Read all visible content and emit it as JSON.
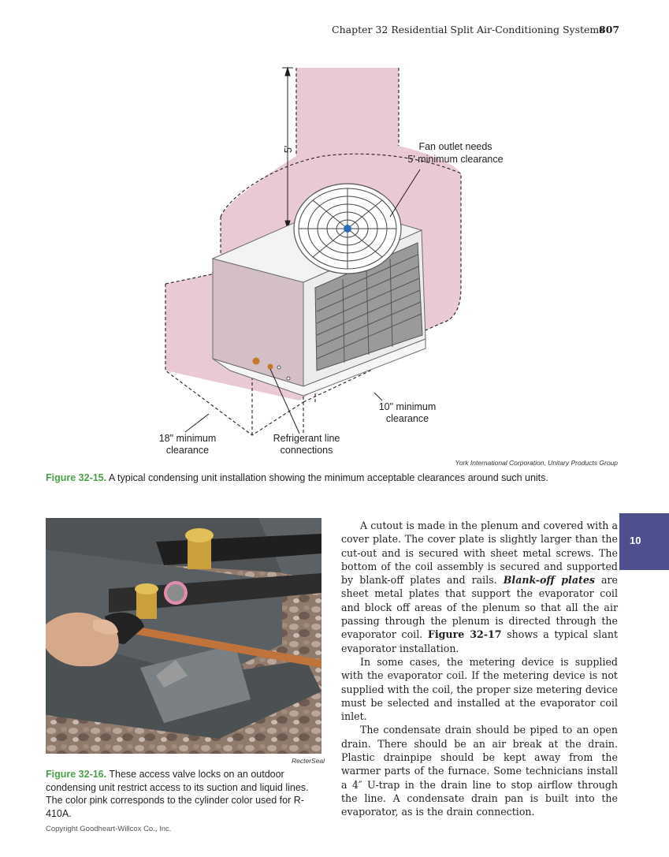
{
  "header": {
    "chapter": "Chapter 32    Residential Split Air-Conditioning Systems",
    "page_number": "807"
  },
  "figure_15": {
    "dimension_label": "5'",
    "label_fan_line1": "Fan outlet needs",
    "label_fan_line2": "5' minimum clearance",
    "label_10_line1": "10\" minimum",
    "label_10_line2": "clearance",
    "label_18_line1": "18\" minimum",
    "label_18_line2": "clearance",
    "label_ref_line1": "Refrigerant line",
    "label_ref_line2": "connections",
    "credit": "York International Corporation, Unitary Products Group",
    "caption_label": "Figure 32-15.",
    "caption_text": "A typical condensing unit installation showing the minimum acceptable clearances around such units."
  },
  "figure_16": {
    "credit": "RecterSeal",
    "caption_label": "Figure 32-16.",
    "caption_text": "These access valve locks on an outdoor condensing unit restrict access to its suction and liquid lines. The color pink corresponds to the cylinder color used for R-410A."
  },
  "body": {
    "p1_a": "A cutout is made in the plenum and covered with a cover plate. The cover plate is slightly larger than the cut-out and is secured with sheet metal screws. The bottom of the coil assembly is secured and supported by blank-off plates and rails. ",
    "p1_term": "Blank-off plates",
    "p1_b": " are sheet metal plates that support the evaporator coil and block off areas of the plenum so that all the air passing through the plenum is directed through the evaporator coil. ",
    "p1_ref": "Figure 32-17",
    "p1_c": " shows a typical slant evaporator installation.",
    "p2": "In some cases, the metering device is supplied with the evaporator coil. If the metering device is not supplied with the coil, the proper size metering device must be selected and installed at the evaporator coil inlet.",
    "p3": "The condensate drain should be piped to an open drain. There should be an air break at the drain. Plastic drainpipe should be kept away from the warmer parts of the furnace. Some technicians install a 4″ U-trap in the drain line to stop airflow through the line. A condensate drain pan is built into the evaporator, as is the drain connection."
  },
  "side_tab": "10",
  "footer": "Copyright Goodheart-Willcox Co., Inc.",
  "colors": {
    "clearance_pink": "#e9c9d3",
    "tab": "#4d4f8e",
    "figure_label": "#4aa04a"
  }
}
